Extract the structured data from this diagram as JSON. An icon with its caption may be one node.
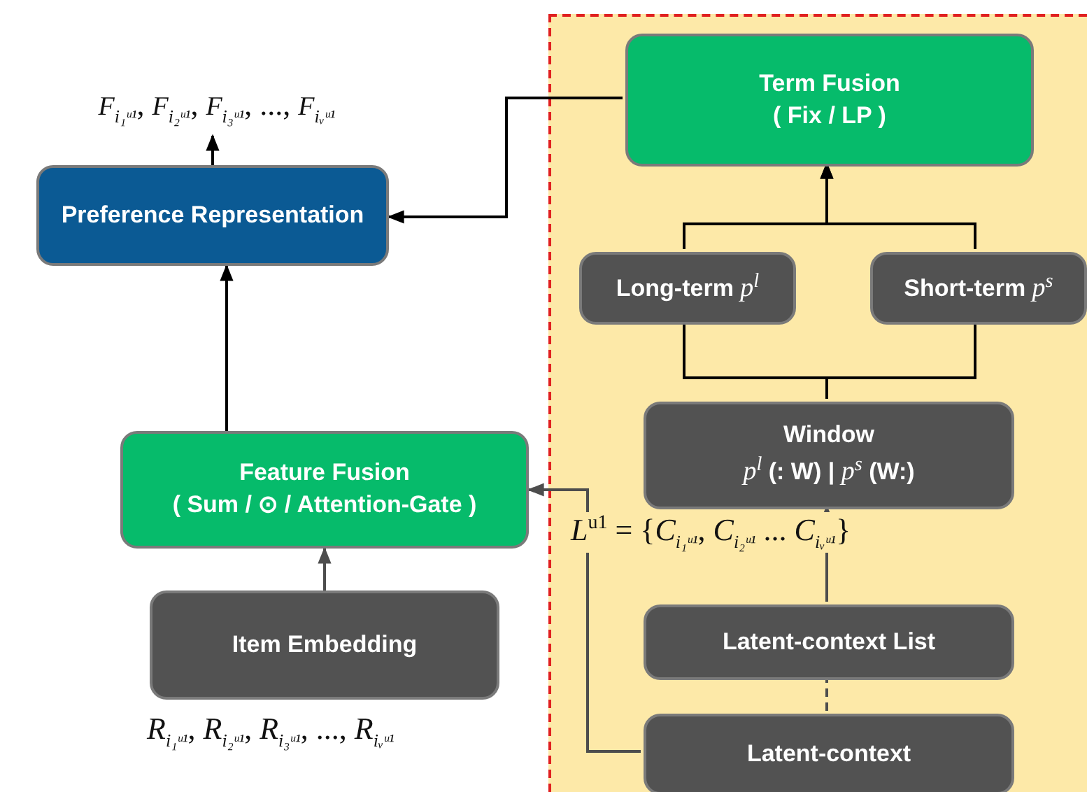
{
  "diagram": {
    "nodes": [
      {
        "text": [],
        "shape": "box"
      },
      {
        "text": [
          "Term Fusion",
          "( Fix / LP )"
        ],
        "in": 0
      },
      {
        "text": [
          "Preference Representation"
        ]
      },
      {
        "text": [
          "Long-term *p*$^{l}$"
        ],
        "in": 0
      },
      {
        "text": [
          "Short-term *p*$^{s}$"
        ],
        "in": 0
      },
      {
        "text": [
          "Window",
          "*p*$^{l}$ (: W) | *p*$^{s}$ (W:)"
        ],
        "in": 0
      },
      {
        "text": [
          "Feature Fusion",
          "( Sum / ⊙ / Attention-Gate )"
        ]
      },
      {
        "text": [
          "Latent-context List"
        ],
        "in": 0
      },
      {
        "text": [
          "Item Embedding"
        ],
        "beside": [
          "*R*$_{i₁ᵘ¹}$, *R*$_{i₂ᵘ¹}$, *R*$_{i₃ᵘ¹}$,  ..., *R*$_{iᵥᵘ¹}$"
        ]
      },
      {
        "text": [
          "Latent-context"
        ],
        "in": 0
      },
      {
        "text": [
          "*F*$_{i₁ᵘ¹}$, *F*$_{i₂ᵘ¹}$, *F*$_{i₃ᵘ¹}$,  ..., *F*$_{iᵥᵘ¹}$"
        ]
      }
    ],
    "edges": [
      {
        "from": 1,
        "to": 2,
        "arrow": "to"
      },
      {
        "from": 3,
        "to": 1,
        "arrow": "to"
      },
      {
        "from": 4,
        "to": 1,
        "arrow": "to"
      },
      {
        "from": 5,
        "to": 3,
        "arrow": "none"
      },
      {
        "from": 5,
        "to": 4,
        "arrow": "none"
      },
      {
        "from": 7,
        "to": 5,
        "arrow": "to",
        "label": "*L*$^{u1}$ = {*C*$_{i₁ᵘ¹}$,  *C*$_{i₂ᵘ¹}$ ... *C*$_{iᵥᵘ¹}$}",
        "color": "#4d4d4d"
      },
      {
        "from": 9,
        "to": 7,
        "arrow": "none",
        "style": "dashed",
        "color": "#4d4d4d"
      },
      {
        "from": 9,
        "to": 6,
        "arrow": "to",
        "color": "#4d4d4d"
      },
      {
        "from": 8,
        "to": 6,
        "arrow": "to",
        "color": "#4d4d4d"
      },
      {
        "from": 6,
        "to": 2,
        "arrow": "to"
      },
      {
        "from": 2,
        "to": 10,
        "arrow": "to"
      }
    ]
  }
}
